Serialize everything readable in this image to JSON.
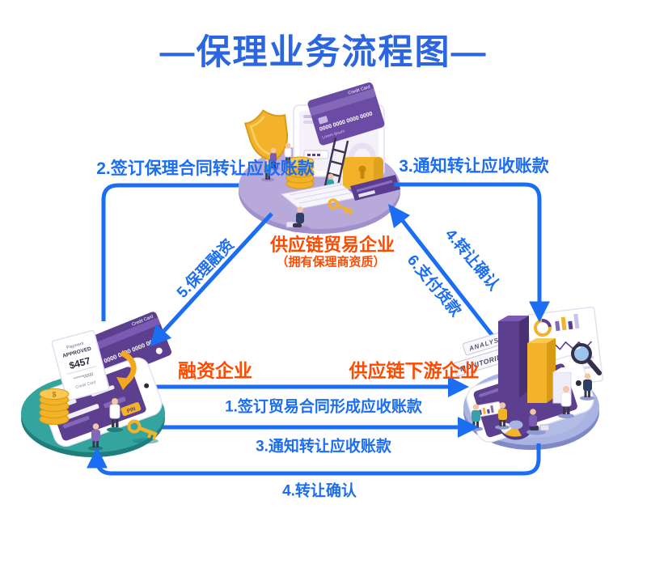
{
  "title": "—保理业务流程图—",
  "nodes": {
    "factor": {
      "label": "供应链贸易企业",
      "sublabel": "（拥有保理商资质）"
    },
    "financing": {
      "label": "融资企业"
    },
    "downstream": {
      "label": "供应链下游企业"
    }
  },
  "flows": {
    "f1": "1.签订贸易合同形成应收账款",
    "f2": "2.签订保理合同转让应收账款",
    "f3_top": "3.通知转让应收账款",
    "f3_bottom": "3.通知转让应收账款",
    "f4_diag": "4.转让确认",
    "f4_bottom": "4.转让确认",
    "f5": "5.保理融资",
    "f6": "6.支付货款"
  },
  "illustration_text": {
    "credit_card": "Credit Card",
    "card_number": "0000 0000 0000 0000",
    "card_holder": "Lorem Ipsum",
    "receipt_title": "Payment",
    "receipt_status": "APPROVED",
    "receipt_amount": "$457",
    "receipt_masked": "******0000",
    "receipt_footer": "Credit Card",
    "pin_label": "PIN",
    "coin_symbol": "$",
    "sign_analysis": "ANALYSIS",
    "sign_monitoring": "MONITORING"
  },
  "colors": {
    "arrow_blue": "#1b6df2",
    "title_blue": "#2b66e0",
    "label_orange": "#ff4a00",
    "platform_purple": "#b7a9da",
    "platform_teal": "#33a59e",
    "platform_periwinkle": "#aab4e2",
    "gold": "#f2b32a",
    "card_purple": "#5d3f8f"
  }
}
